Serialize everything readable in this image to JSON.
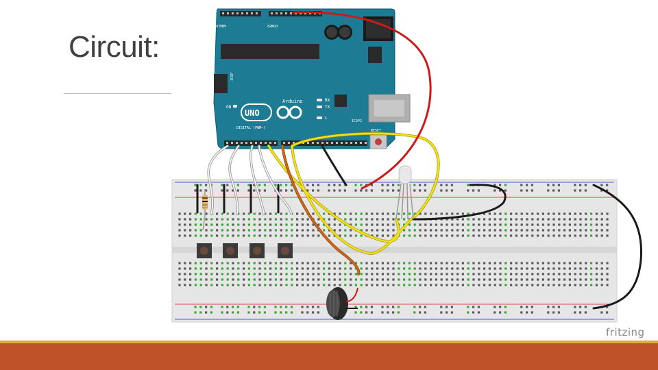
{
  "slide": {
    "title": "Circuit:"
  },
  "arduino": {
    "brand_text": "Arduino",
    "model_text": "UNO",
    "on_label": "ON",
    "l_label": "L",
    "tx_label": "TX",
    "rx_label": "RX",
    "icsp_label": "ICSP",
    "icsp2_label": "ICSP2",
    "reset_label": "RESET",
    "digital_label": "DIGITAL (PWM~)",
    "analog_label": "ANALOG IN",
    "power_label": "POWER"
  },
  "watermark": {
    "text": "fritzing"
  },
  "colors": {
    "board_teal": "#1d7c93",
    "wire_red": "#cc1a1a",
    "wire_yellow": "#f2e21a",
    "wire_orange": "#d0661a",
    "wire_black": "#1a1a1a",
    "accent_band": "#c0522a"
  }
}
